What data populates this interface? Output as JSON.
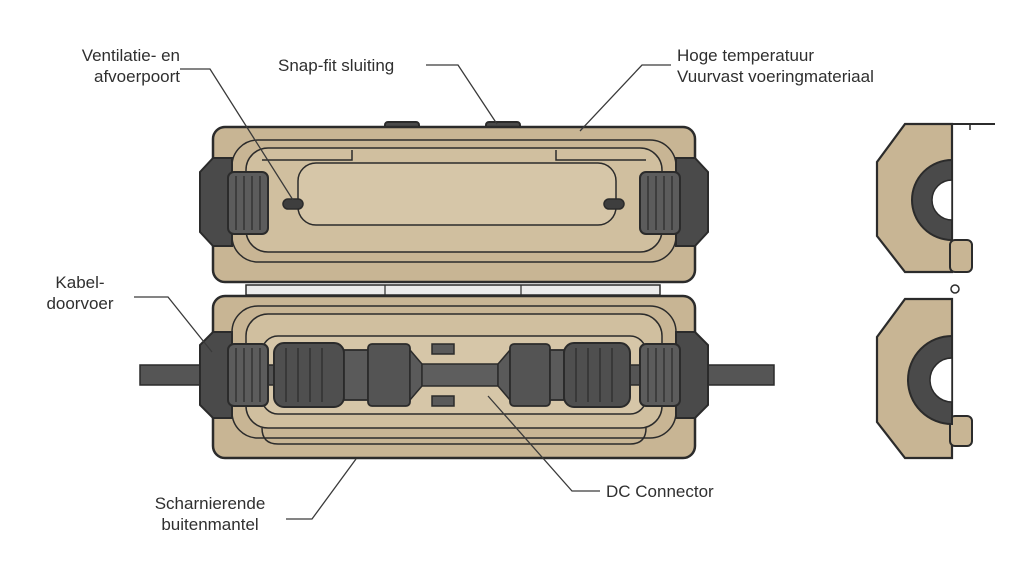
{
  "labels": {
    "vent": {
      "line1": "Ventilatie- en",
      "line2": "afvoerpoort"
    },
    "snap": {
      "line1": "Snap-fit sluiting"
    },
    "hightemp": {
      "line1": "Hoge temperatuur",
      "line2": "Vuurvast voeringmateriaal"
    },
    "cable": {
      "line1": "Kabel-",
      "line2": "doorvoer"
    },
    "hinge": {
      "line1": "Scharnierende",
      "line2": "buitenmantel"
    },
    "dc": {
      "line1": "DC Connector"
    }
  },
  "colors": {
    "housing": "#c8b594",
    "housing_light": "#d6c6a8",
    "outline": "#2b2b2b",
    "gland": "#4a4a4a",
    "gland_light": "#5c5c5c",
    "cable": "#555555",
    "connector": "#4f4f4f",
    "leader": "#3a3a3a"
  }
}
